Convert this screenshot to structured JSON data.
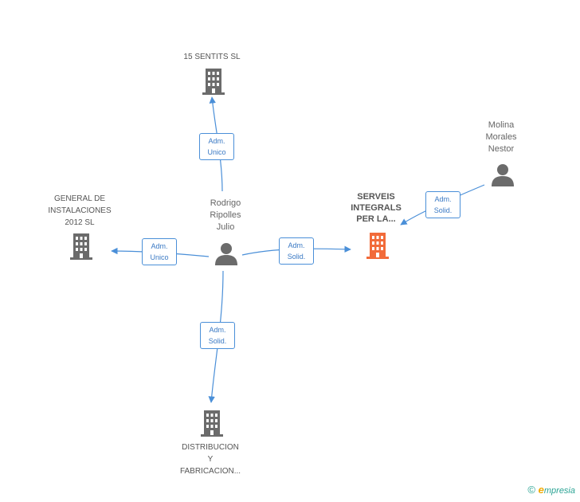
{
  "nodes": {
    "sentits": {
      "label": "15 SENTITS SL",
      "type": "company"
    },
    "general": {
      "label": "GENERAL DE\nINSTALACIONES\n2012 SL",
      "type": "company"
    },
    "rodrigo": {
      "label": "Rodrigo\nRipolles\nJulio",
      "type": "person"
    },
    "serveis": {
      "label": "SERVEIS\nINTEGRALS\nPER LA...",
      "type": "company",
      "focus": true
    },
    "molina": {
      "label": "Molina\nMorales\nNestor",
      "type": "person"
    },
    "distribucion": {
      "label": "DISTRIBUCION\nY\nFABRICACION...",
      "type": "company"
    }
  },
  "edges": {
    "to_sentits": "Adm.\nUnico",
    "to_general": "Adm.\nUnico",
    "to_serveis": "Adm.\nSolid.",
    "molina_to_serveis": "Adm.\nSolid.",
    "to_distribucion": "Adm.\nSolid."
  },
  "colors": {
    "edge": "#4a8fd8",
    "company_icon": "#6b6b6b",
    "focus_icon": "#f26b3a",
    "person_icon": "#6b6b6b"
  },
  "footer": {
    "copyright_symbol": "©",
    "brand_initial": "e",
    "brand_rest": "mpresia"
  }
}
